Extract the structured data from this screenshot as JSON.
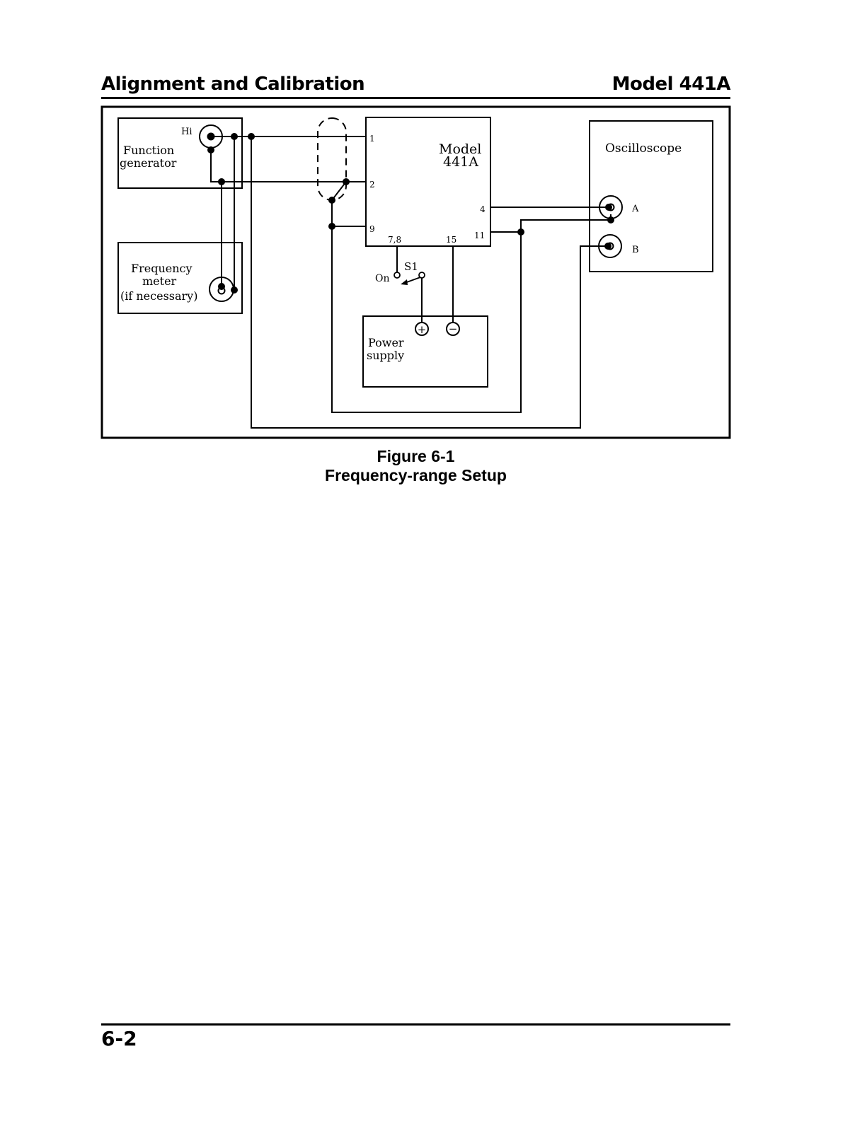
{
  "header": {
    "section_title": "Alignment and Calibration",
    "model_label": "Model 441A"
  },
  "diagram": {
    "function_generator": {
      "line1": "Function",
      "line2": "generator",
      "hi_label": "Hi"
    },
    "frequency_meter": {
      "line1": "Frequency",
      "line2": "meter",
      "line3": "(if necessary)"
    },
    "model_box": {
      "line1": "Model",
      "line2": "441A"
    },
    "pins": {
      "p1": "1",
      "p2": "2",
      "p4": "4",
      "p9": "9",
      "p78": "7,8",
      "p15": "15",
      "p11": "11"
    },
    "switch": {
      "label": "S1",
      "on_label": "On"
    },
    "power_supply": {
      "line1": "Power",
      "line2": "supply",
      "plus": "+",
      "minus": "−"
    },
    "oscilloscope": {
      "title": "Oscilloscope",
      "channel_a": "A",
      "channel_b": "B"
    }
  },
  "caption": {
    "figure_number": "Figure 6-1",
    "figure_title": "Frequency-range Setup"
  },
  "footer": {
    "page_number": "6-2"
  }
}
